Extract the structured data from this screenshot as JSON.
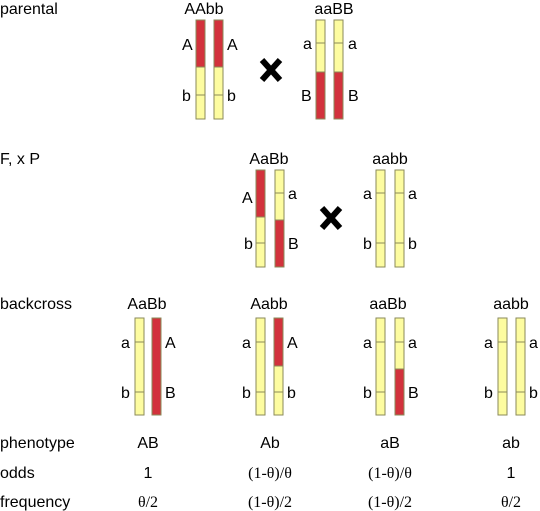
{
  "rows": {
    "parental": "parental",
    "f1": "F, x P",
    "backcross": "backcross",
    "phenotype": "phenotype",
    "odds": "odds",
    "frequency": "frequency"
  },
  "parental": {
    "left": {
      "genotype": "AAbb",
      "chr1": [
        "A",
        "b"
      ],
      "chr2": [
        "A",
        "b"
      ]
    },
    "right": {
      "genotype": "aaBB",
      "chr1": [
        "a",
        "B"
      ],
      "chr2": [
        "a",
        "B"
      ]
    }
  },
  "f1": {
    "left": {
      "genotype": "AaBb",
      "chr1": [
        "A",
        "b"
      ],
      "chr2": [
        "a",
        "B"
      ]
    },
    "right": {
      "genotype": "aabb",
      "chr1": [
        "a",
        "b"
      ],
      "chr2": [
        "a",
        "b"
      ]
    }
  },
  "backcross": [
    {
      "genotype": "AaBb",
      "left": [
        "a",
        "b"
      ],
      "right": [
        "A",
        "B"
      ],
      "phenotype": "AB",
      "odds": "1",
      "frequency": "θ/2"
    },
    {
      "genotype": "Aabb",
      "left": [
        "a",
        "b"
      ],
      "right": [
        "A",
        "b"
      ],
      "phenotype": "Ab",
      "odds": "(1-θ)/θ",
      "frequency": "(1-θ)/2"
    },
    {
      "genotype": "aaBb",
      "left": [
        "a",
        "b"
      ],
      "right": [
        "a",
        "B"
      ],
      "phenotype": "aB",
      "odds": "(1-θ)/θ",
      "frequency": "(1-θ)/2"
    },
    {
      "genotype": "aabb",
      "left": [
        "a",
        "b"
      ],
      "right": [
        "a",
        "b"
      ],
      "phenotype": "ab",
      "odds": "1",
      "frequency": "θ/2"
    }
  ],
  "colors": {
    "yellow": "#fdfca0",
    "red": "#d2323c",
    "outline": "#8a8a5a"
  }
}
